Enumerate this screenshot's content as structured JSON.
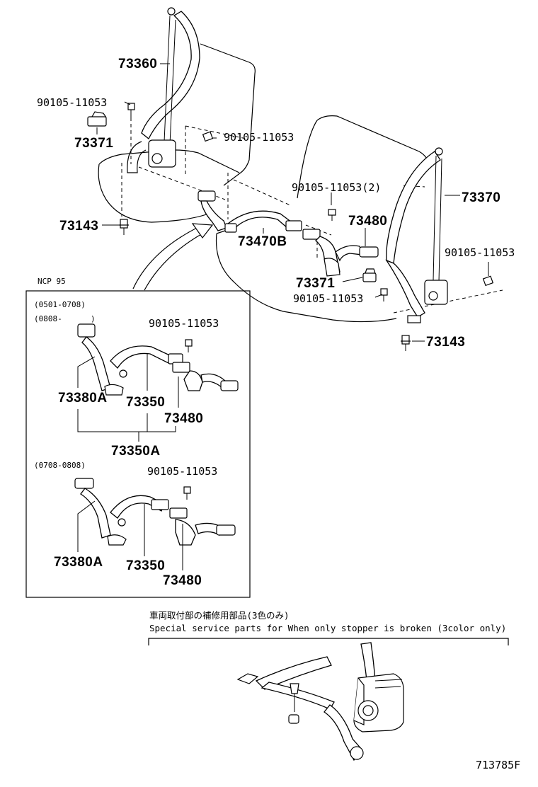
{
  "labels": {
    "p73360": "73360",
    "p90105_a": "90105-11053",
    "p73371_a": "73371",
    "p90105_b": "90105-11053",
    "p73143_a": "73143",
    "p90105_c2": "90105-11053(2)",
    "p73370": "73370",
    "p73480_main": "73480",
    "p73470b": "73470B",
    "p90105_d": "90105-11053",
    "p73371_b": "73371",
    "p90105_e": "90105-11053",
    "p73143_b": "73143"
  },
  "inset": {
    "model": "NCP 95",
    "range1_a": "(0501-0708)",
    "range1_b": "(0808-",
    "range1_b_end": ")",
    "range2": "(0708-0808)",
    "p90105_f": "90105-11053",
    "p73380a_1": "73380A",
    "p73350_1": "73350",
    "p73480_1": "73480",
    "p73350a": "73350A",
    "p90105_g": "90105-11053",
    "p73380a_2": "73380A",
    "p73350_2": "73350",
    "p73480_2": "73480"
  },
  "note": {
    "japanese": "車両取付部の補修用部品(3色のみ)",
    "english": "Special service parts for When only stopper is broken (3color only)"
  },
  "figure_code": "713785F"
}
